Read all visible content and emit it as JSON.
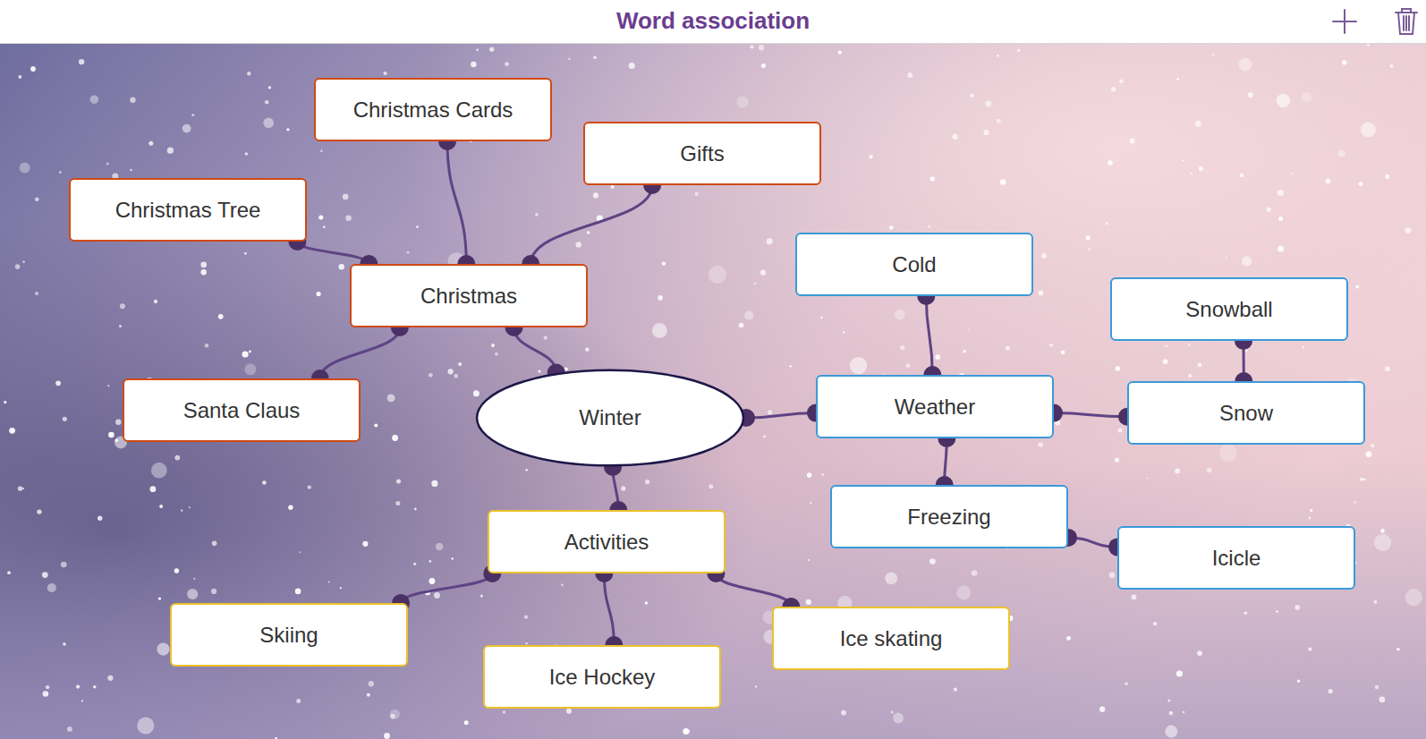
{
  "diagram": {
    "title": "Word association",
    "nodes": [
      {
        "text": [
          "Christmas Cards"
        ]
      },
      {
        "text": [
          "Gifts"
        ]
      },
      {
        "text": [
          "Christmas Tree"
        ]
      },
      {
        "text": [
          "Cold"
        ]
      },
      {
        "text": [
          "Christmas"
        ]
      },
      {
        "text": [
          "Snowball"
        ]
      },
      {
        "text": [
          "Winter"
        ]
      },
      {
        "text": [
          "Weather"
        ]
      },
      {
        "text": [
          "Santa Claus"
        ]
      },
      {
        "text": [
          "Snow"
        ]
      },
      {
        "text": [
          "Freezing"
        ]
      },
      {
        "text": [
          "Activities"
        ]
      },
      {
        "text": [
          "Icicle"
        ]
      },
      {
        "text": [
          "Skiing"
        ]
      },
      {
        "text": [
          "Ice skating"
        ]
      },
      {
        "text": [
          "Ice Hockey"
        ]
      }
    ],
    "edges": [
      {
        "from": 6,
        "to": 4,
        "arrow": "none"
      },
      {
        "from": 4,
        "to": 0,
        "arrow": "none"
      },
      {
        "from": 4,
        "to": 1,
        "arrow": "none"
      },
      {
        "from": 4,
        "to": 2,
        "arrow": "none"
      },
      {
        "from": 4,
        "to": 8,
        "arrow": "none"
      },
      {
        "from": 6,
        "to": 7,
        "arrow": "none"
      },
      {
        "from": 7,
        "to": 3,
        "arrow": "none"
      },
      {
        "from": 7,
        "to": 9,
        "arrow": "none"
      },
      {
        "from": 9,
        "to": 5,
        "arrow": "none"
      },
      {
        "from": 7,
        "to": 10,
        "arrow": "none"
      },
      {
        "from": 10,
        "to": 12,
        "arrow": "none"
      },
      {
        "from": 6,
        "to": 11,
        "arrow": "none"
      },
      {
        "from": 11,
        "to": 13,
        "arrow": "none"
      },
      {
        "from": 11,
        "to": 15,
        "arrow": "none"
      },
      {
        "from": 11,
        "to": 14,
        "arrow": "none"
      }
    ]
  }
}
